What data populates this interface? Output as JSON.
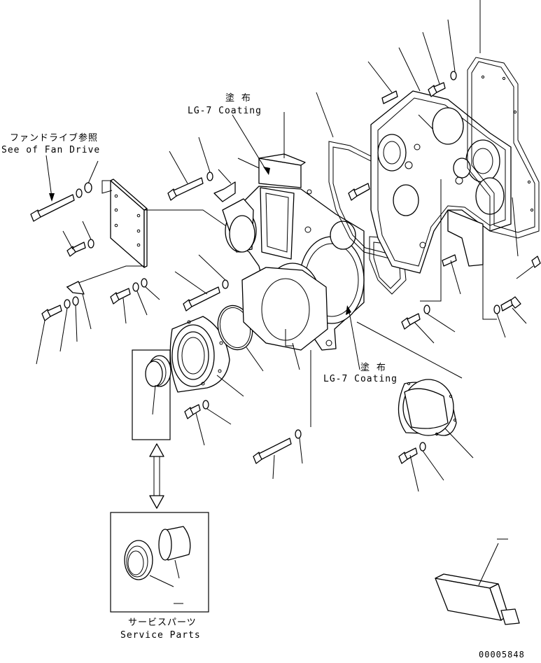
{
  "labels": {
    "fan_drive_jp": "ファンドライブ参照",
    "fan_drive_en": "See of Fan Drive",
    "coating1_jp": "塗 布",
    "coating1_en": "LG-7 Coating",
    "coating2_jp": "塗 布",
    "coating2_en": "LG-7 Coating",
    "service_jp": "サービスパーツ",
    "service_en": "Service Parts",
    "drawing_number": "00005848"
  }
}
